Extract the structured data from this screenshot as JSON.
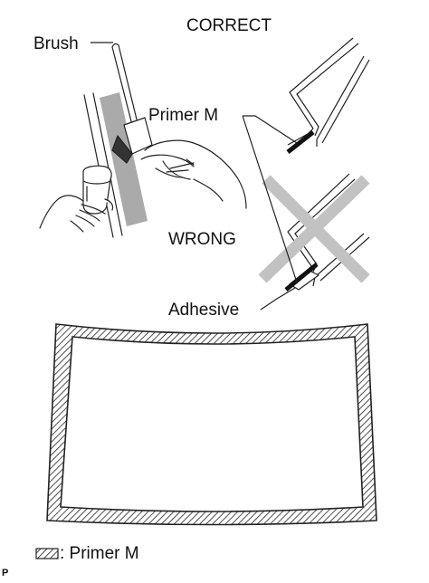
{
  "labels": {
    "correct": "CORRECT",
    "brush": "Brush",
    "primer_m": "Primer M",
    "wrong": "WRONG",
    "adhesive": "Adhesive",
    "legend": ": Primer M",
    "corner_mark": "P"
  },
  "icons": {
    "cross": "x-mark-icon",
    "hatch": "hatched-swatch-icon"
  },
  "colors": {
    "line": "#222222",
    "primer_band": "#aaaaaa",
    "cross": "#c2c2c2"
  }
}
